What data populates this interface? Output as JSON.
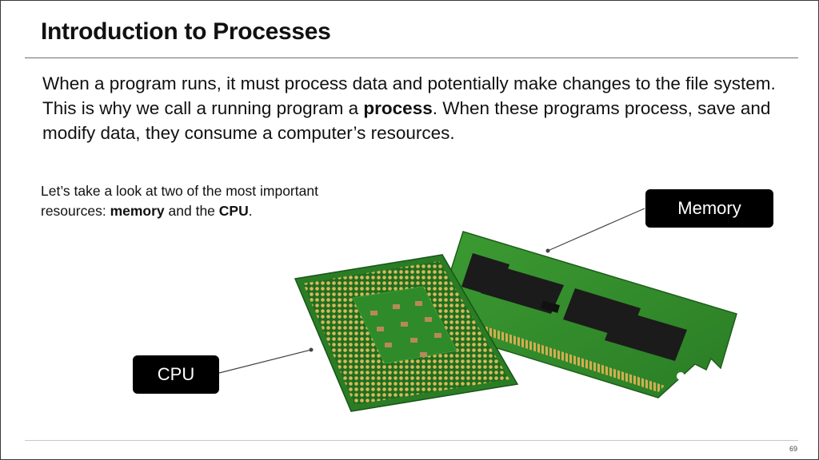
{
  "slide": {
    "title": "Introduction to Processes",
    "intro_1": "When a program runs, it must process data and potentially make changes to the file system. This is why we call a running program a ",
    "intro_bold": "process",
    "intro_2": ". When these programs process, save and modify data, they consume a computer’s resources.",
    "lead_1": "Let’s take a look at two of the most important resources: ",
    "lead_bold_1": "memory",
    "lead_2": " and the ",
    "lead_bold_2": "CPU",
    "lead_3": ".",
    "memory_label": "Memory",
    "cpu_label": "CPU",
    "page_number": "69"
  },
  "colors": {
    "pcb_green": "#2f8a2a",
    "chip_black": "#1b1b1b",
    "gold_pin": "#c9a64a",
    "label_bg": "#000000"
  }
}
